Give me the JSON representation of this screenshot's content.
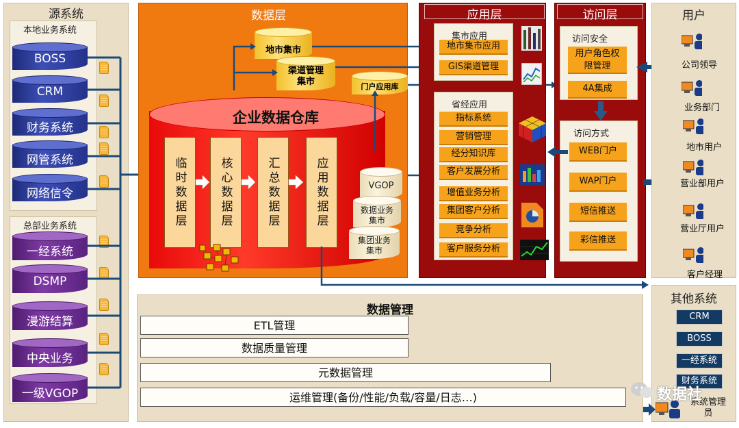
{
  "source": {
    "title": "源系统",
    "local_title": "本地业务系统",
    "local_items": [
      "BOSS",
      "CRM",
      "财务系统",
      "网管系统",
      "网络信令"
    ],
    "hq_title": "总部业务系统",
    "hq_items": [
      "一经系统",
      "DSMP",
      "漫游结算",
      "中央业务",
      "一级VGOP"
    ]
  },
  "data_layer": {
    "title": "数据层",
    "mart_city": "地市集市",
    "mart_channel": "渠道管理集市",
    "portal_db": "门户应用库",
    "warehouse_title": "企业数据仓库",
    "layers": [
      "临时数据层",
      "核心数据层",
      "汇总数据层",
      "应用数据层"
    ],
    "vgop": "VGOP",
    "data_mart": "数据业务集市",
    "group_mart": "集团业务集市"
  },
  "app_layer": {
    "title": "应用层",
    "mart_app_title": "集市应用",
    "mart_apps": [
      "地市集市应用",
      "GIS渠道管理"
    ],
    "prov_title": "省经应用",
    "prov_apps": [
      "指标系统",
      "营销管理",
      "经分知识库",
      "客户发展分析",
      "增值业务分析",
      "集团客户分析",
      "竞争分析",
      "客户服务分析"
    ]
  },
  "access_layer": {
    "title": "访问层",
    "security_title": "访问安全",
    "role_mgmt": "用户角色权限管理",
    "integration": "4A集成",
    "method_title": "访问方式",
    "methods": [
      "WEB门户",
      "WAP门户",
      "短信推送",
      "彩信推送"
    ]
  },
  "users": {
    "title": "用户",
    "items": [
      "公司领导",
      "业务部门",
      "地市用户",
      "营业部用户",
      "营业厅用户",
      "客户经理"
    ]
  },
  "other": {
    "title": "其他系统",
    "items": [
      "CRM",
      "BOSS",
      "一经系统",
      "财务系统"
    ],
    "admin": "系统管理员"
  },
  "mgmt": {
    "title": "数据管理",
    "rows": [
      "ETL管理",
      "数据质量管理",
      "元数据管理",
      "运维管理(备份/性能/负载/容量/日志…)"
    ]
  },
  "watermark": "数据社",
  "colors": {
    "orange": "#f07a10",
    "darkred": "#9a0b0b",
    "tan": "#eadfc6",
    "blue": "#1c4a78"
  }
}
